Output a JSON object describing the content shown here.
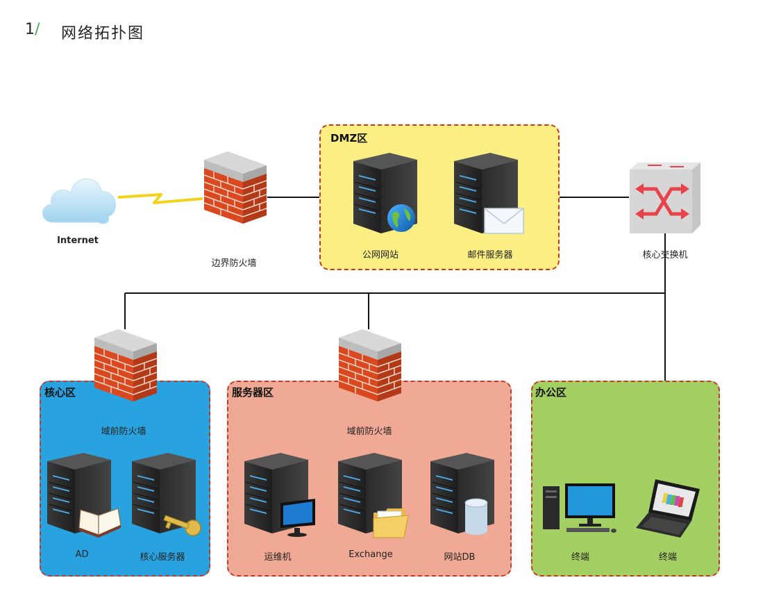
{
  "header": {
    "number": "1",
    "title": "网络拓扑图"
  },
  "nodes": {
    "internet": "Internet",
    "border_firewall": "边界防火墙",
    "public_site": "公网网站",
    "mail_server": "邮件服务器",
    "core_switch": "核心交换机",
    "domain_fw_core": "域前防火墙",
    "domain_fw_server": "域前防火墙",
    "ad": "AD",
    "core_server": "核心服务器",
    "ops": "运维机",
    "exchange": "Exchange",
    "site_db": "网站DB",
    "terminal_pc": "终端",
    "terminal_laptop": "终端"
  },
  "zones": {
    "dmz": "DMZ区",
    "core": "核心区",
    "server": "服务器区",
    "office": "办公区"
  },
  "colors": {
    "dmz_fill": "#fbef84",
    "core_fill": "#29a3e0",
    "server_fill": "#efa994",
    "office_fill": "#a4cf62",
    "zone_border": "#c0392b"
  }
}
